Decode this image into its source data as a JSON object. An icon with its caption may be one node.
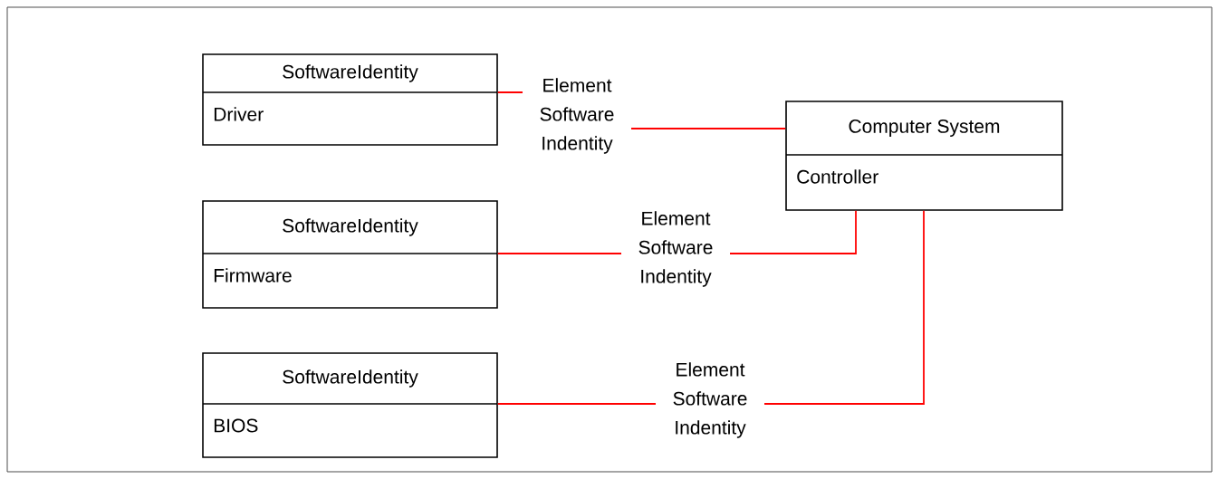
{
  "diagram": {
    "nodes": [
      {
        "text": [
          "SoftwareIdentity",
          "Driver"
        ]
      },
      {
        "text": [
          "Computer System",
          "Controller"
        ]
      },
      {
        "text": [
          "SoftwareIdentity",
          "Firmware"
        ]
      },
      {
        "text": [
          "SoftwareIdentity",
          "BIOS"
        ]
      }
    ],
    "edges": [
      {
        "from": 0,
        "to": 1,
        "arrow": "none",
        "label": "Element Software Indentity"
      },
      {
        "from": 2,
        "to": 1,
        "arrow": "none",
        "label": "Element Software Indentity"
      },
      {
        "from": 3,
        "to": 1,
        "arrow": "none",
        "label": "Element Software Indentity"
      }
    ]
  }
}
